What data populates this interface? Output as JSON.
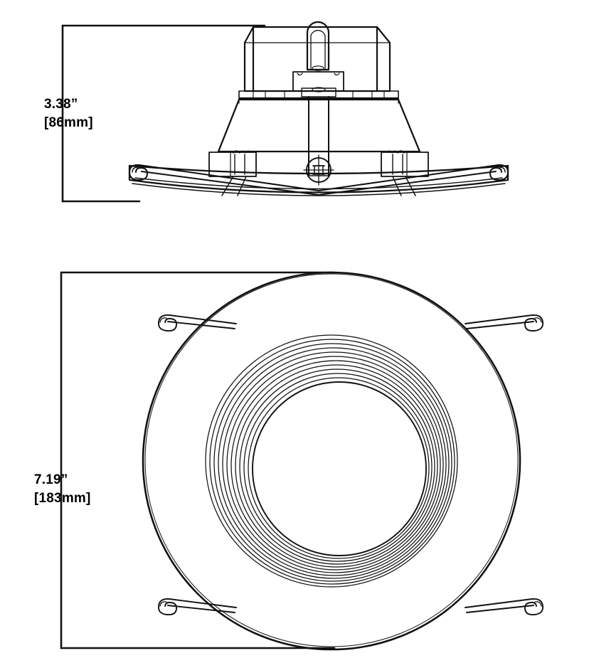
{
  "drawing": {
    "title": "Recessed Downlight Retrofit Dimensional Drawing",
    "line_color": "#111111",
    "background_color": "#ffffff",
    "views": [
      {
        "name": "side-elevation-view",
        "description": "Side elevation of recessed downlight with junction box, tapered housing, trim flange and torsion spring clips"
      },
      {
        "name": "bottom-plan-view",
        "description": "Bottom plan view showing round trim with concentric baffle rings and four torsion spring clips"
      }
    ]
  },
  "dimensions": {
    "height": {
      "name": "overall-height",
      "imperial": "3.38”",
      "metric": "[86mm]"
    },
    "diameter": {
      "name": "overall-diameter",
      "imperial": "7.19”",
      "metric": "[183mm]"
    }
  }
}
